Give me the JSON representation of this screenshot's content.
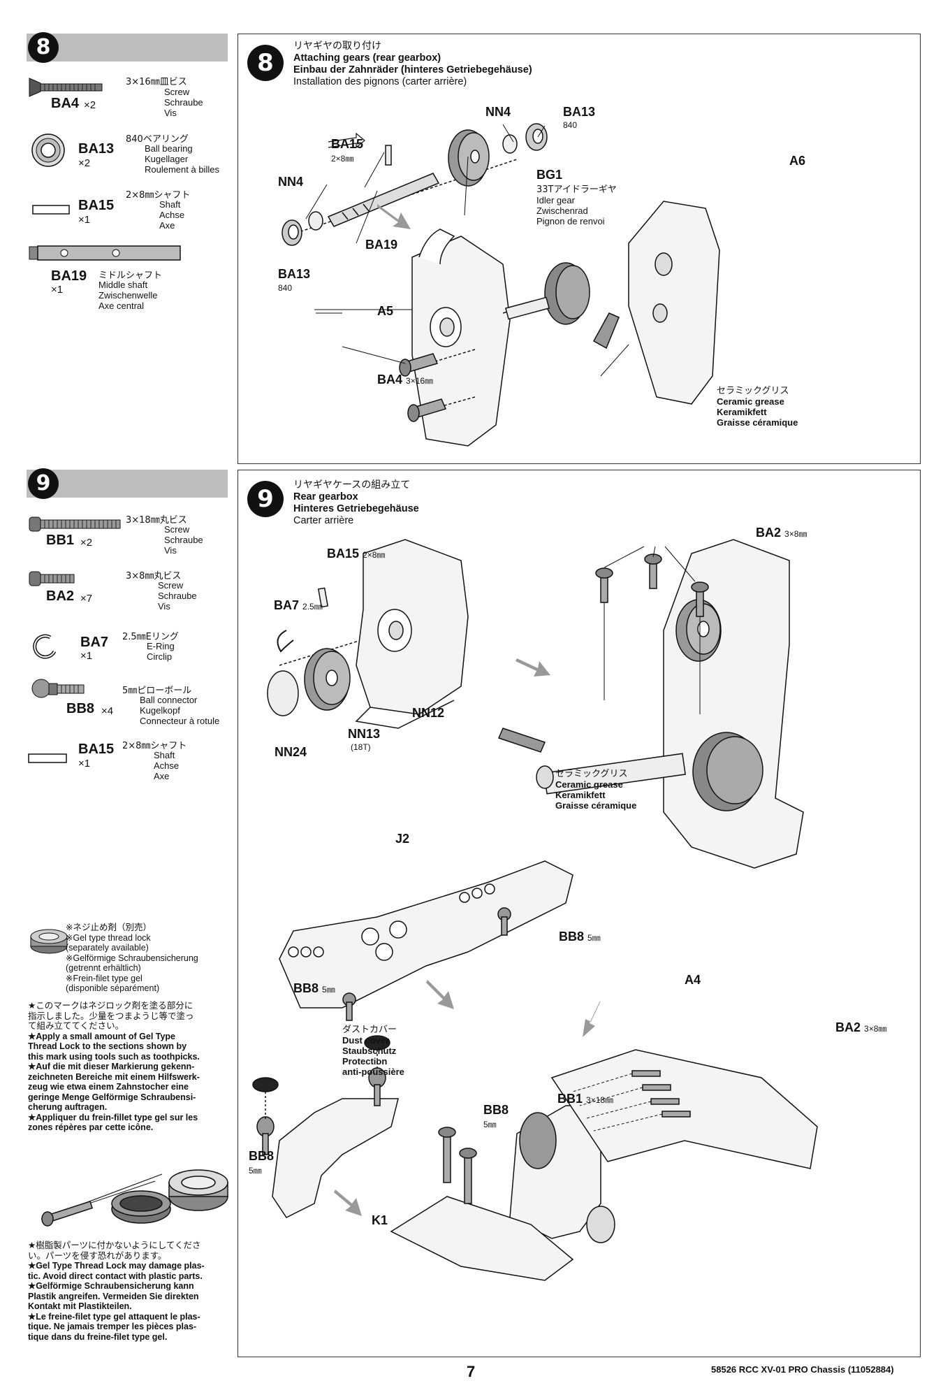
{
  "step8": {
    "number": "8",
    "parts": [
      {
        "code": "BA4",
        "qty": "×2",
        "jp": "3×16㎜皿ビス",
        "en": "Screw",
        "de": "Schraube",
        "fr": "Vis"
      },
      {
        "code": "BA13",
        "qty": "×2",
        "jp": "840ベアリング",
        "en": "Ball bearing",
        "de": "Kugellager",
        "fr": "Roulement à billes"
      },
      {
        "code": "BA15",
        "qty": "×1",
        "jp": "2×8㎜シャフト",
        "en": "Shaft",
        "de": "Achse",
        "fr": "Axe"
      },
      {
        "code": "BA19",
        "qty": "×1",
        "jp": "ミドルシャフト",
        "en": "Middle shaft",
        "de": "Zwischenwelle",
        "fr": "Axe central"
      }
    ],
    "title": {
      "jp": "リヤギヤの取り付け",
      "en": "Attaching gears (rear gearbox)",
      "de": "Einbau der Zahnräder (hinteres Getriebegehäuse)",
      "fr": "Installation des pignons (carter arrière)"
    },
    "labels": {
      "nn4_top": "NN4",
      "ba13_top": "BA13",
      "ba13_top_sub": "840",
      "ba15": "BA15",
      "ba15_sub": "2×8㎜",
      "bg1": "BG1",
      "bg1_jp": "33Tアイドラーギヤ",
      "bg1_en": "Idler gear",
      "bg1_de": "Zwischenrad",
      "bg1_fr": "Pignon de renvoi",
      "nn4_left": "NN4",
      "ba19": "BA19",
      "ba13_left": "BA13",
      "ba13_left_sub": "840",
      "a6": "A6",
      "a5": "A5",
      "ba4": "BA4",
      "ba4_sub": "3×16㎜",
      "grease_jp": "セラミックグリス",
      "grease_en": "Ceramic grease",
      "grease_de": "Keramikfett",
      "grease_fr": "Graisse céramique"
    }
  },
  "step9": {
    "number": "9",
    "parts": [
      {
        "code": "BB1",
        "qty": "×2",
        "jp": "3×18㎜丸ビス",
        "en": "Screw",
        "de": "Schraube",
        "fr": "Vis"
      },
      {
        "code": "BA2",
        "qty": "×7",
        "jp": "3×8㎜丸ビス",
        "en": "Screw",
        "de": "Schraube",
        "fr": "Vis"
      },
      {
        "code": "BA7",
        "qty": "×1",
        "jp": "2.5㎜Eリング",
        "en": "E-Ring",
        "de": "Circlip",
        "fr": ""
      },
      {
        "code": "BB8",
        "qty": "×4",
        "jp": "5㎜ピローボール",
        "en": "Ball connector",
        "de": "Kugelkopf",
        "fr": "Connecteur à rotule"
      },
      {
        "code": "BA15",
        "qty": "×1",
        "jp": "2×8㎜シャフト",
        "en": "Shaft",
        "de": "Achse",
        "fr": "Axe"
      }
    ],
    "title": {
      "jp": "リヤギヤケースの組み立て",
      "en": "Rear gearbox",
      "de": "Hinteres Getriebegehäuse",
      "fr": "Carter arrière"
    },
    "labels": {
      "ba15": "BA15",
      "ba15_sub": "2×8㎜",
      "ba7": "BA7",
      "ba7_sub": "2.5㎜",
      "nn24": "NN24",
      "nn13": "NN13",
      "nn13_sub": "(18T)",
      "nn12": "NN12",
      "ba2_top": "BA2",
      "ba2_top_sub": "3×8㎜",
      "grease_jp": "セラミックグリス",
      "grease_en": "Ceramic grease",
      "grease_de": "Keramikfett",
      "grease_fr": "Graisse céramique",
      "j2": "J2",
      "bb8_r": "BB8",
      "bb8_r_sub": "5㎜",
      "bb8_l": "BB8",
      "bb8_l_sub": "5㎜",
      "a4": "A4",
      "dust_jp": "ダストカバー",
      "dust_en": "Dust cover",
      "dust_de": "Staubschutz",
      "dust_fr1": "Protection",
      "dust_fr2": "anti-poussière",
      "bb8_k": "BB8",
      "bb8_k_sub": "5㎜",
      "bb8_kl": "BB8",
      "bb8_kl_sub": "5㎜",
      "k1": "K1",
      "bb1": "BB1",
      "bb1_sub": "3×18㎜",
      "ba2_bot": "BA2",
      "ba2_bot_sub": "3×8㎜"
    }
  },
  "threadlock": {
    "caption": [
      "※ネジ止め剤（別売）",
      "※Gel type thread lock",
      "(separately available)",
      "※Gelförmige Schraubensicherung",
      "(getrennt erhältlich)",
      "※Frein-filet type gel",
      "(disponible séparément)"
    ],
    "note1": [
      "★このマークはネジロック剤を塗る部分に",
      "指示しました。少量をつまようじ等で塗っ",
      "て組み立ててください。",
      "★Apply a small amount of Gel Type",
      "Thread Lock to the sections shown by",
      "this mark using tools such as toothpicks.",
      "★Auf die mit dieser Markierung gekenn-",
      "zeichneten Bereiche mit einem Hilfswerk-",
      "zeug wie etwa einem Zahnstocher eine",
      "geringe Menge Gelförmige Schraubensi-",
      "cherung auftragen.",
      "★Appliquer du frein-fillet type gel sur les",
      "zones répères par cette icône."
    ],
    "note2": [
      "★樹脂製パーツに付かないようにしてくださ",
      "い。パーツを侵す恐れがあります。",
      "★Gel Type Thread Lock may damage plas-",
      "tic. Avoid direct contact with plastic parts.",
      "★Gelförmige Schraubensicherung kann",
      "Plastik angreifen. Vermeiden Sie direkten",
      "Kontakt mit Plastikteilen.",
      "★Le freine-filet type gel attaquent le plas-",
      "tique. Ne jamais tremper les pièces plas-",
      "tique dans du freine-filet type gel."
    ]
  },
  "footer": {
    "page": "7",
    "ref": "58526  RCC XV-01 PRO Chassis (11052884)"
  }
}
